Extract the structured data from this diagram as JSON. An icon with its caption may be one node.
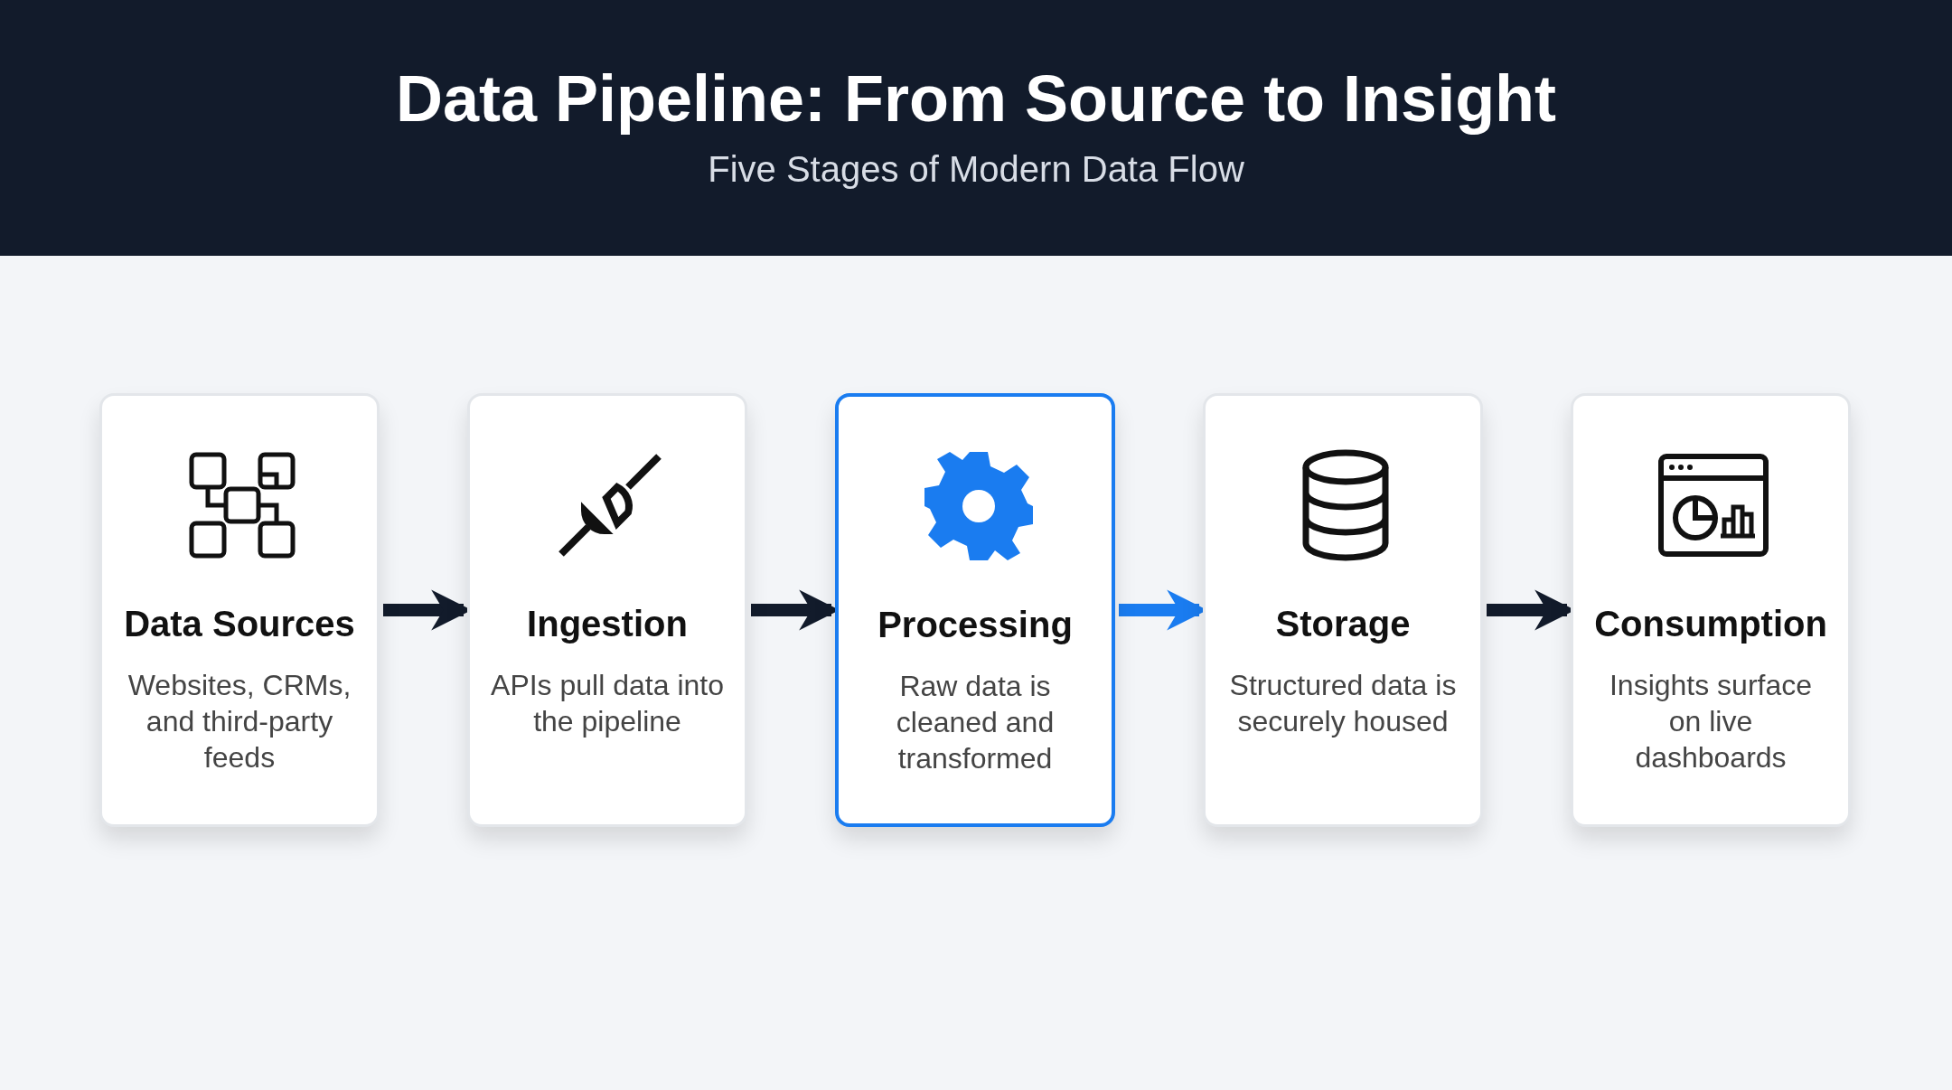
{
  "diagram": {
    "title": "Data Pipeline: From Source to Insight",
    "nodes": [
      {
        "text": [
          "Data Sources",
          "Websites, CRMs, and third-party feeds"
        ]
      },
      {
        "text": [
          "Ingestion",
          "APIs pull data into the pipeline"
        ]
      },
      {
        "text": [
          "Processing",
          "Raw data is cleaned and transformed"
        ]
      },
      {
        "text": [
          "Storage",
          "Structured data is securely housed"
        ]
      },
      {
        "text": [
          "Consumption",
          "Insights surface on live dashboards"
        ]
      }
    ],
    "edges": [
      {
        "from": 0,
        "to": 1,
        "arrow": "to"
      },
      {
        "from": 1,
        "to": 2,
        "arrow": "to"
      },
      {
        "from": 2,
        "to": 3,
        "arrow": "to",
        "color": "#1a7cf0"
      },
      {
        "from": 3,
        "to": 4,
        "arrow": "to"
      }
    ],
    "labels": [
      "Five Stages of Modern Data Flow"
    ]
  }
}
